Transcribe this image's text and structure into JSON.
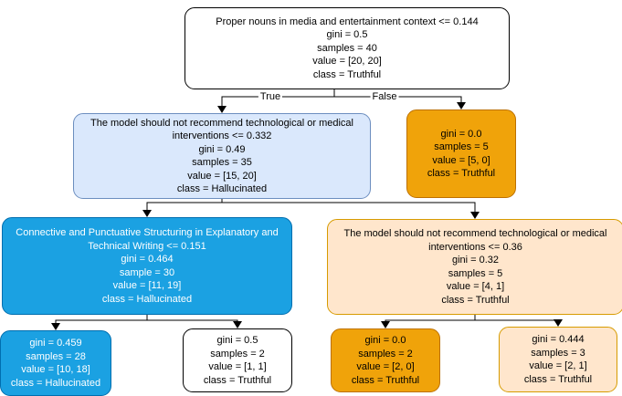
{
  "diagram": {
    "type": "decision-tree",
    "classes": [
      "Hallucinated",
      "Truthful"
    ]
  },
  "colors": {
    "node_white": "#ffffff",
    "node_light_blue": "#dae8fc",
    "node_light_blue_border": "#6c8ebf",
    "node_blue": "#1ba1e2",
    "node_blue_border": "#006eaf",
    "node_orange": "#f0a30a",
    "node_orange_border": "#bd7000",
    "node_peach": "#ffe6cc",
    "node_peach_border": "#d79b00",
    "edge": "#000000"
  },
  "edge_labels": {
    "true": "True",
    "false": "False"
  },
  "nodes": {
    "root": {
      "lines": [
        "Proper nouns in media and entertainment context <= 0.144",
        "gini = 0.5",
        "samples = 40",
        "value = [20, 20]",
        "class = Truthful"
      ]
    },
    "l2_left": {
      "lines": [
        "The model should not recommend technological or medical interventions <= 0.332",
        "gini = 0.49",
        "samples = 35",
        "value = [15, 20]",
        "class = Hallucinated"
      ]
    },
    "l2_right": {
      "lines": [
        "gini = 0.0",
        "samples = 5",
        "value = [5, 0]",
        "class = Truthful"
      ]
    },
    "l3_left": {
      "lines": [
        "Connective and Punctuative Structuring in Explanatory and Technical Writing <= 0.151",
        "gini = 0.464",
        "sample = 30",
        "value = [11, 19]",
        "class = Hallucinated"
      ]
    },
    "l3_right": {
      "lines": [
        "The model should not recommend technological or medical interventions <= 0.36",
        "gini = 0.32",
        "samples = 5",
        "value = [4, 1]",
        "class = Truthful"
      ]
    },
    "leaf_1": {
      "lines": [
        "gini = 0.459",
        "samples = 28",
        "value = [10, 18]",
        "class = Hallucinated"
      ]
    },
    "leaf_2": {
      "lines": [
        "gini = 0.5",
        "samples = 2",
        "value = [1, 1]",
        "class = Truthful"
      ]
    },
    "leaf_3": {
      "lines": [
        "gini = 0.0",
        "samples = 2",
        "value = [2, 0]",
        "class = Truthful"
      ]
    },
    "leaf_4": {
      "lines": [
        "gini = 0.444",
        "samples = 3",
        "value = [2, 1]",
        "class = Truthful"
      ]
    }
  }
}
